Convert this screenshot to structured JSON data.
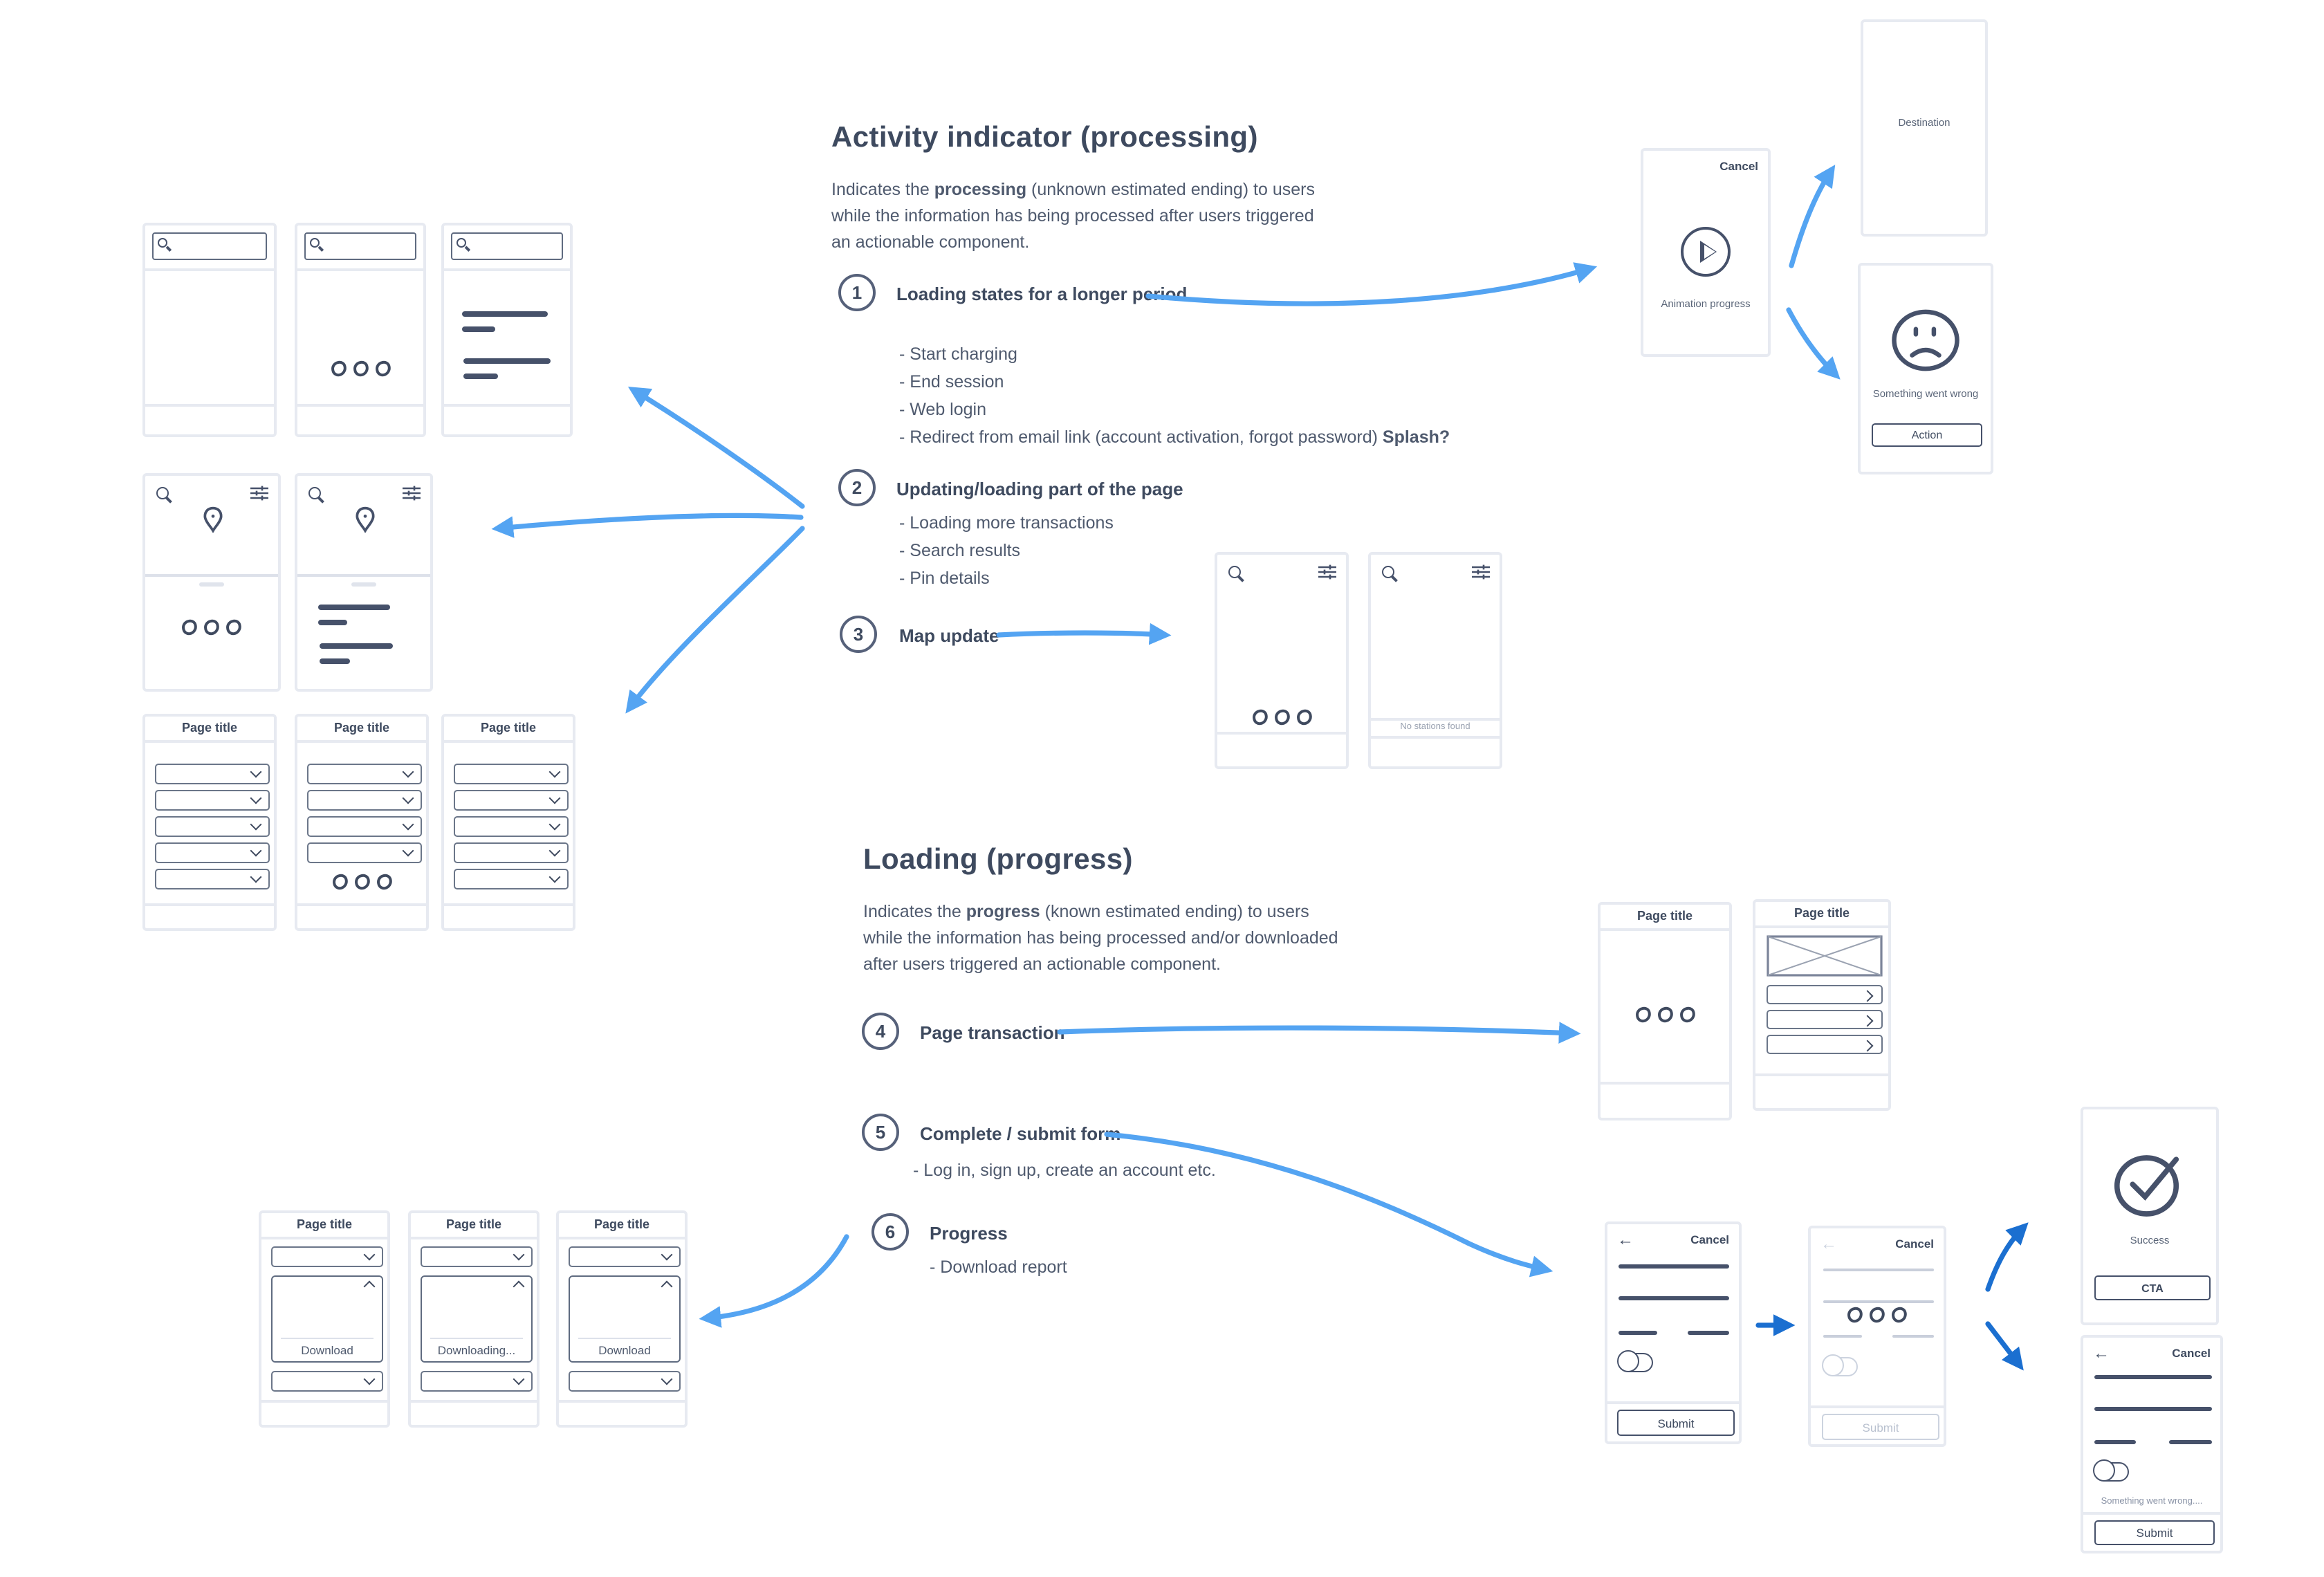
{
  "section1": {
    "title": "Activity indicator (processing)",
    "desc_pre": "Indicates the ",
    "desc_bold": "processing",
    "desc_post": " (unknown estimated ending) to users while the information has being processed after users triggered an actionable component.",
    "item1": {
      "num": "1",
      "label": "Loading states for a longer period",
      "b1": "- Start charging",
      "b2": "- End session",
      "b3": "- Web login",
      "b4_pre": "- Redirect from email link (account activation, forgot password) ",
      "b4_bold": "Splash?"
    },
    "item2": {
      "num": "2",
      "label": "Updating/loading part of the page",
      "b1": "- Loading more transactions",
      "b2": "- Search results",
      "b3": "- Pin details"
    },
    "item3": {
      "num": "3",
      "label": "Map update"
    }
  },
  "section2": {
    "title": "Loading (progress)",
    "desc_pre": "Indicates the ",
    "desc_bold": "progress",
    "desc_post": " (known estimated ending) to users while the information has being processed and/or downloaded after users triggered an actionable component.",
    "item4": {
      "num": "4",
      "label": "Page transaction"
    },
    "item5": {
      "num": "5",
      "label": "Complete / submit form",
      "b1": "- Log in, sign up, create an account etc."
    },
    "item6": {
      "num": "6",
      "label": "Progress",
      "b1": "- Download report"
    }
  },
  "labels": {
    "page_title": "Page title",
    "cancel": "Cancel",
    "animation_caption": "Animation progress",
    "destination": "Destination",
    "something_went_wrong": "Something went wrong",
    "action": "Action",
    "no_stations": "No stations found",
    "download": "Download",
    "downloading": "Downloading...",
    "submit": "Submit",
    "success": "Success",
    "cta": "CTA",
    "something_went_wrong_inline": "Something went wrong....",
    "back": "←"
  },
  "colors": {
    "arrow_light": "#54a4f2",
    "arrow_dark": "#1b6fd0",
    "sketch": "#46516a",
    "frame": "#e7eaf1"
  }
}
